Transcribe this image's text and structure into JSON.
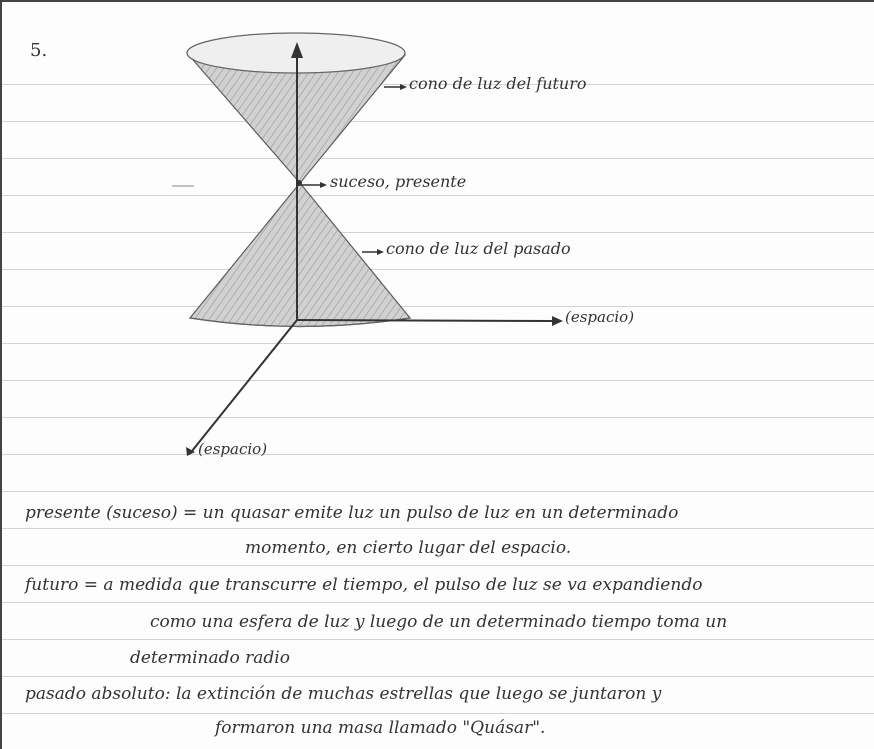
{
  "page": {
    "number": "5.",
    "labels": {
      "future_cone": "cono de luz del futuro",
      "event": "suceso, presente",
      "past_cone": "cono de luz del pasado",
      "space_x": "(espacio)",
      "space_diag": "(espacio)"
    },
    "notes": [
      {
        "line": "presente (suceso) = un quasar emite luz un pulso de luz en un determinado"
      },
      {
        "line": "momento, en cierto lugar del espacio."
      },
      {
        "line": "futuro = a medida que transcurre el tiempo, el pulso de luz se va expandiendo"
      },
      {
        "line": "como una esfera de luz y luego de un determinado tiempo toma un"
      },
      {
        "line": "determinado radio"
      },
      {
        "line": "pasado absoluto: la extinción de muchas estrellas que luego se juntaron y"
      },
      {
        "line": "formaron una masa llamado \"Quásar\"."
      }
    ]
  },
  "colors": {
    "ink": "#333333",
    "cone_fill": "#bdbdbd",
    "ruled_line": "#d2d2d2"
  }
}
